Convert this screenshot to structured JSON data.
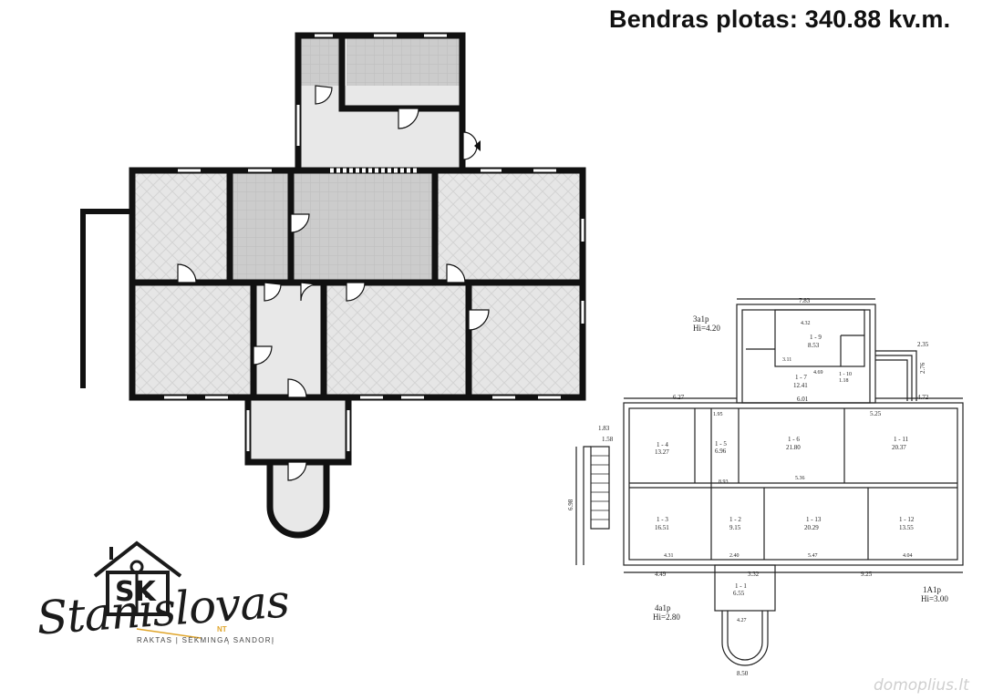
{
  "header": {
    "total_area": "Bendras plotas: 340.88 kv.m."
  },
  "logo": {
    "monogram": "SK",
    "name": "Stanislovas",
    "tag": "NT",
    "tagline": "RAKTAS | SĖKMINGĄ SANDORĮ"
  },
  "watermark": "domoplius.lt",
  "technical_plan": {
    "levels": {
      "upper": "3a1p",
      "upper_height": "Hi=4.20",
      "left": "4a1p",
      "left_height": "Hi=2.80",
      "right": "1A1p",
      "right_height": "Hi=3.00"
    },
    "rooms": [
      {
        "id": "1 - 4",
        "area": "13.27"
      },
      {
        "id": "1 - 5",
        "area": "6.96"
      },
      {
        "id": "1 - 6",
        "area": "21.80"
      },
      {
        "id": "1 - 11",
        "area": "20.37"
      },
      {
        "id": "1 - 3",
        "area": "16.51"
      },
      {
        "id": "1 - 2",
        "area": "9.15"
      },
      {
        "id": "1 - 13",
        "area": "20.29"
      },
      {
        "id": "1 - 12",
        "area": "13.55"
      },
      {
        "id": "1 - 1",
        "area": "6.55"
      },
      {
        "id": "1 - 9",
        "area": "8.53"
      },
      {
        "id": "1 - 7",
        "area": "12.41"
      },
      {
        "id": "1 - 10",
        "area": "1.18"
      }
    ],
    "dimensions": {
      "top": "7.83",
      "d627": "6.27",
      "d195": "1.95",
      "d601": "6.01",
      "d525": "5.25",
      "d472": "4.72",
      "d431": "4.31",
      "d240": "2.40",
      "d547": "5.47",
      "d404": "4.04",
      "d449": "4.49",
      "d925": "9.25",
      "d332": "3.32",
      "d536": "5.36",
      "d893": "8.93",
      "d432": "4.32",
      "d469": "4.69",
      "d311": "3.11",
      "d183": "1.83",
      "d158": "1.58",
      "d698": "6.98",
      "d235": "2.35",
      "d276": "2.76",
      "d850": "8.50",
      "d427": "4.27"
    }
  }
}
